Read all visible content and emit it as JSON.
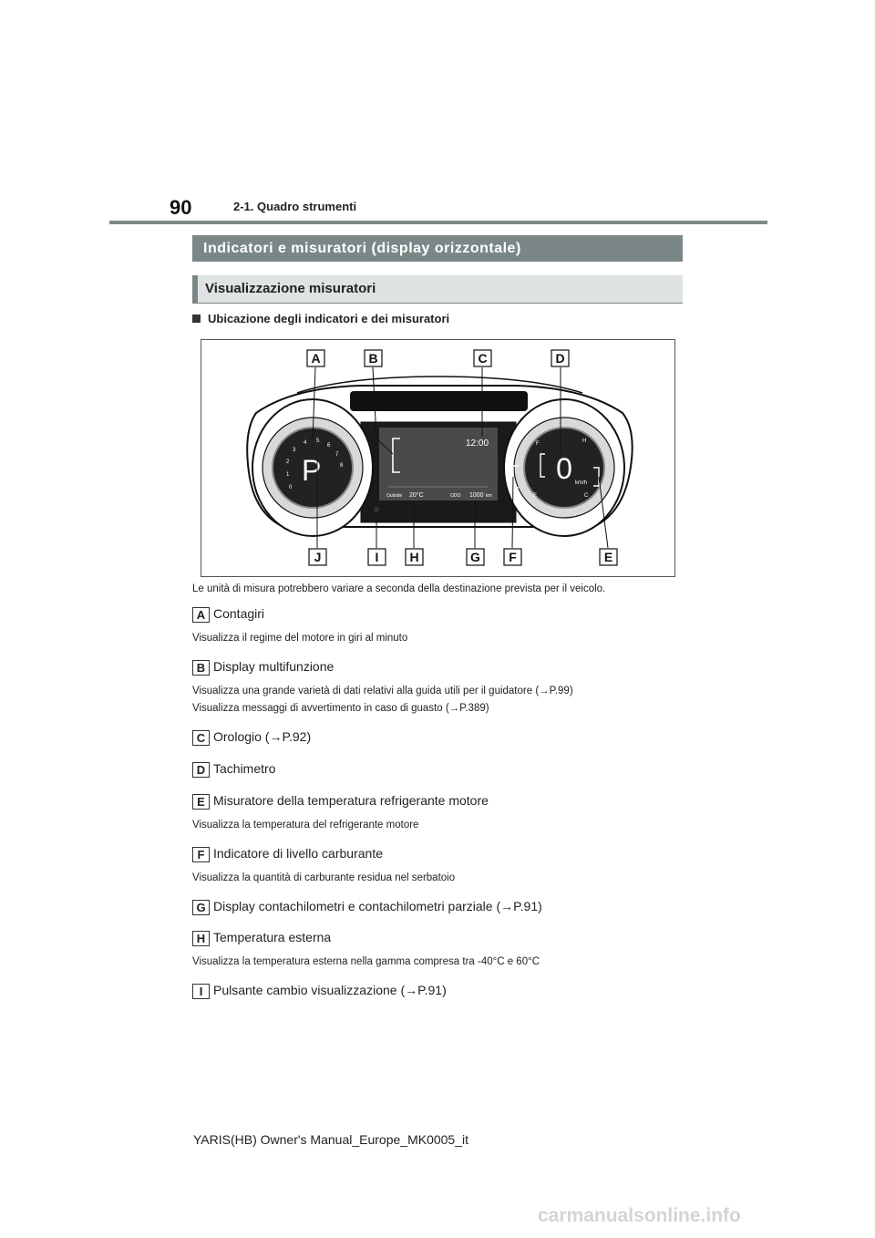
{
  "header": {
    "page_number": "90",
    "section": "2-1. Quadro strumenti"
  },
  "title": "Indicatori e misuratori (display orizzontale)",
  "subtitle": "Visualizzazione misuratori",
  "bullet_heading": "Ubicazione degli indicatori e dei misuratori",
  "figure": {
    "top_labels": [
      "A",
      "B",
      "C",
      "D"
    ],
    "bottom_labels": [
      "J",
      "I",
      "H",
      "G",
      "F",
      "E"
    ],
    "tach_gear": "P",
    "tach_numbers": [
      "0",
      "1",
      "2",
      "3",
      "4",
      "5",
      "6",
      "7",
      "8"
    ],
    "clock": "12:00",
    "outside_label": "Outside",
    "outside_temp": "20°C",
    "odo_label": "ODO",
    "odo_value": "1000",
    "odo_unit": "km",
    "speed": "0",
    "speed_unit": "km/h",
    "gauge_h": "H",
    "gauge_c": "C",
    "gauge_e": "E",
    "gauge_f": "F"
  },
  "note": "Le unità di misura potrebbero variare a seconda della destinazione prevista per il veicolo.",
  "items": [
    {
      "badge": "A",
      "label": "Contagiri",
      "desc": [
        "Visualizza il regime del motore in giri al minuto"
      ]
    },
    {
      "badge": "B",
      "label": "Display multifunzione",
      "desc": [
        "Visualizza una grande varietà di dati relativi alla guida utili per il guidatore (→P.99)",
        "Visualizza messaggi di avvertimento in caso di guasto (→P.389)"
      ]
    },
    {
      "badge": "C",
      "label": "Orologio (→P.92)",
      "desc": []
    },
    {
      "badge": "D",
      "label": "Tachimetro",
      "desc": []
    },
    {
      "badge": "E",
      "label": "Misuratore della temperatura refrigerante motore",
      "desc": [
        "Visualizza la temperatura del refrigerante motore"
      ]
    },
    {
      "badge": "F",
      "label": "Indicatore di livello carburante",
      "desc": [
        "Visualizza la quantità di carburante residua nel serbatoio"
      ]
    },
    {
      "badge": "G",
      "label": "Display contachilometri e contachilometri parziale (→P.91)",
      "desc": []
    },
    {
      "badge": "H",
      "label": "Temperatura esterna",
      "desc": [
        "Visualizza la temperatura esterna nella gamma compresa tra -40°C e 60°C"
      ]
    },
    {
      "badge": "I",
      "label": "Pulsante cambio visualizzazione (→P.91)",
      "desc": []
    }
  ],
  "footer": "YARIS(HB) Owner's Manual_Europe_MK0005_it",
  "watermark": "carmanualsonline.info"
}
